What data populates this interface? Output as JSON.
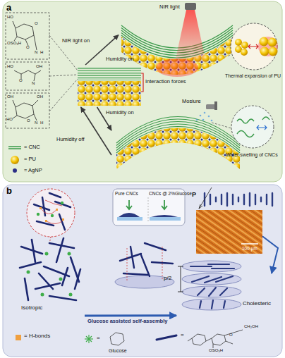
{
  "diagram": {
    "nodes": [
      {
        "text": [
          "a"
        ]
      },
      {
        "text": [
          "Interaction forces"
        ],
        "in": 0
      },
      {
        "text": [
          "NIR light"
        ],
        "in": 0
      },
      {
        "text": [
          "Thermal expansion of PU"
        ],
        "in": 0
      },
      {
        "text": [
          "Mosiure"
        ],
        "in": 0
      },
      {
        "text": [
          "Water swelling of CNCs"
        ],
        "in": 0
      },
      {
        "text": [
          "b"
        ]
      },
      {
        "text": [
          "Isotropic"
        ],
        "in": 6
      },
      {
        "text": [
          "Pure CNCs",
          "CNCs @ 2%Glucose"
        ],
        "in": 6
      },
      {
        "text": [
          "100 μm"
        ],
        "in": 6
      },
      {
        "text": [
          "Cholesteric"
        ],
        "in": 6
      }
    ],
    "edges": [
      {
        "from": 1,
        "to": 2,
        "arrow": "to",
        "label": "NIR light on"
      },
      {
        "from": 1,
        "to": 4,
        "arrow": "to",
        "label": "Humidity on"
      },
      {
        "from": 4,
        "to": 1,
        "arrow": "to",
        "label": "Humidity off"
      },
      {
        "from": 7,
        "to": 10,
        "arrow": "to",
        "label": "Glucose assisted self-assembly"
      },
      {
        "from": 9,
        "to": 10,
        "arrow": "to"
      }
    ],
    "labels": [
      "Humidity on",
      "HO",
      "O",
      "OSO₃H",
      "O",
      "N",
      "H",
      "HO",
      "OH",
      "O",
      "N",
      "OH",
      "OH",
      "HO",
      "O",
      "N",
      "H",
      "P",
      "p/2",
      "=",
      "=",
      "CH₂OH",
      "O",
      "OSO₃H"
    ],
    "legend": [
      {
        "text": "= CNC"
      },
      {
        "text": "= PU"
      },
      {
        "text": "= AgNP"
      },
      {
        "text": "= H-bonds",
        "color": "#f0a040"
      },
      {
        "text": "Glucose"
      }
    ]
  }
}
